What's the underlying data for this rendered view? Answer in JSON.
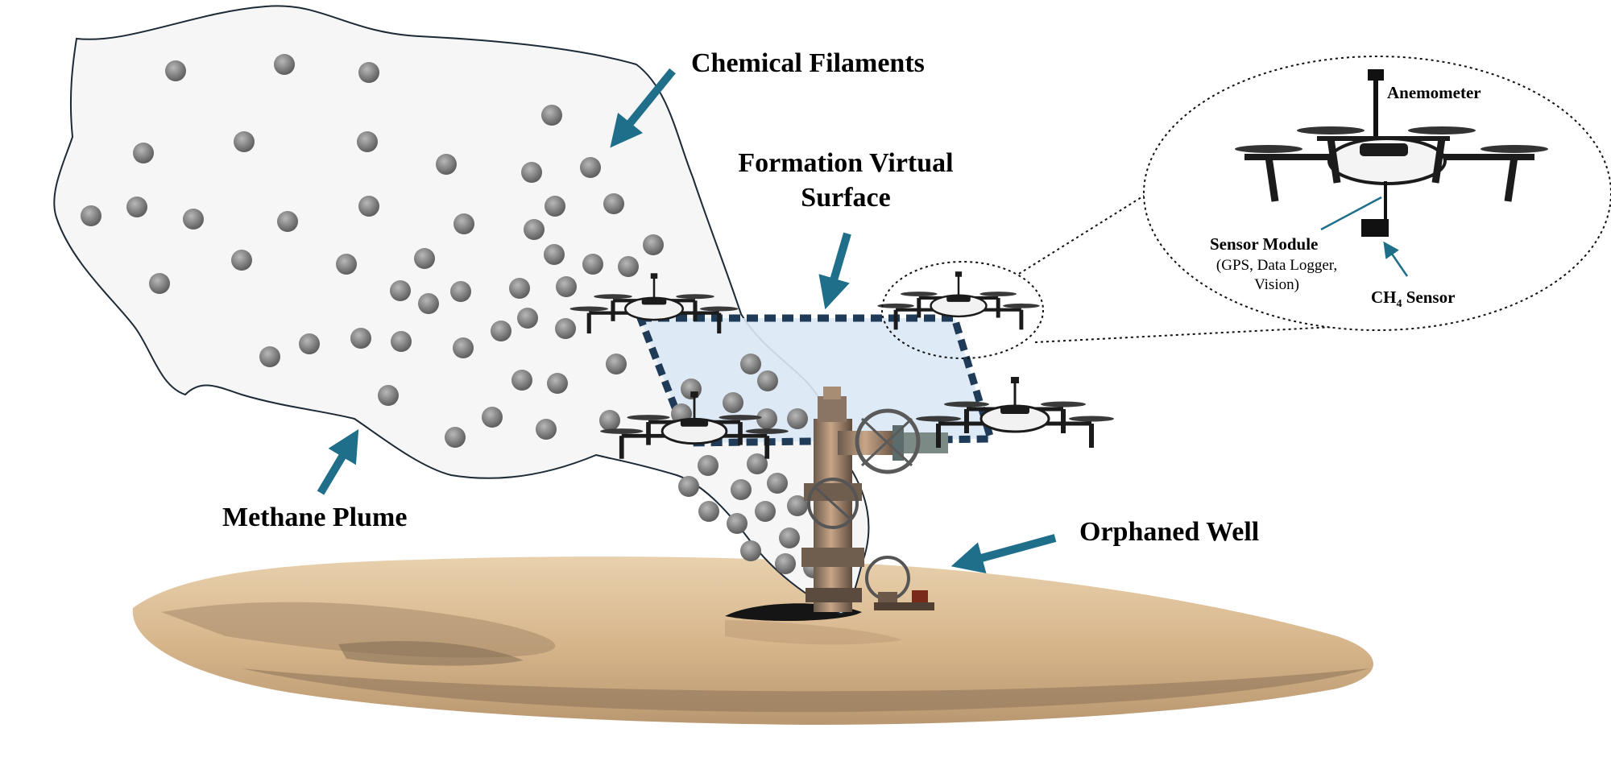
{
  "labels": {
    "chemical_filaments": "Chemical Filaments",
    "formation_surface_line1": "Formation Virtual",
    "formation_surface_line2": "Surface",
    "methane_plume": "Methane Plume",
    "orphaned_well": "Orphaned Well",
    "anemometer": "Anemometer",
    "sensor_module": "Sensor Module",
    "sensor_module_detail_line1": "(GPS, Data Logger,",
    "sensor_module_detail_line2": "Vision)",
    "ch4_sensor_prefix": "CH",
    "ch4_sensor_sub": "4",
    "ch4_sensor_suffix": " Sensor"
  },
  "colors": {
    "arrow": "#1f6f8b",
    "plume_fill": "#f6f6f6",
    "plume_stroke": "#1d2a36",
    "filament": "#777777",
    "surface_fill": "#dbe8f6",
    "surface_stroke": "#1f3b57",
    "ground": "#d9b98f",
    "drone_body": "#1b1b1b"
  }
}
